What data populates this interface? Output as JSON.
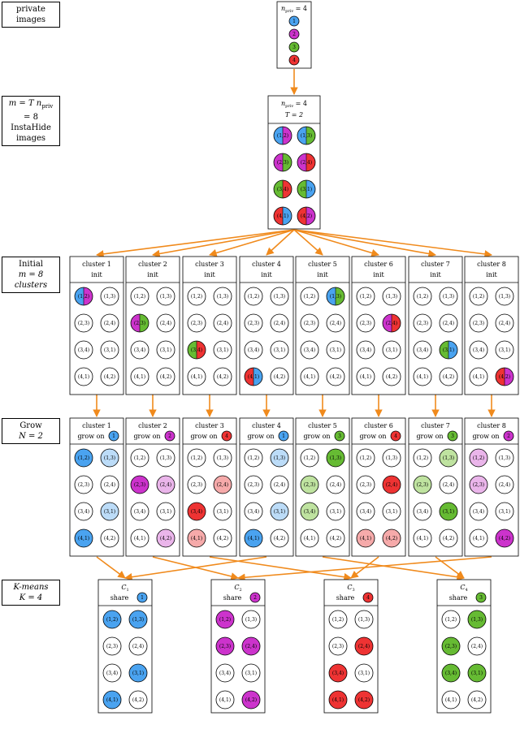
{
  "colors": {
    "blue": "#4aa3f0",
    "magenta": "#cc33cc",
    "green": "#66bb33",
    "red": "#ee3333",
    "arrow": "#f08a1c",
    "blue_light": "#bcdcf8",
    "magenta_light": "#eab5ea",
    "green_light": "#bfe3a0",
    "red_light": "#f6aaaa"
  },
  "labels": {
    "private": "private images",
    "insta_line1": "m = T n",
    "insta_sub": "priv",
    "insta_eq": " = 8",
    "insta_line2": "InstaHide images",
    "initial_line1": "Initial",
    "initial_line2": "m = 8 clusters",
    "grow_line1": "Grow",
    "grow_line2": "N = 2",
    "kmeans_line1": "K-means",
    "kmeans_line2": "K = 4"
  },
  "private_box": {
    "title_n": "n",
    "title_sub": "priv",
    "title_eq": " = 4",
    "images": [
      {
        "label": "1",
        "color": "blue"
      },
      {
        "label": "2",
        "color": "magenta"
      },
      {
        "label": "3",
        "color": "green"
      },
      {
        "label": "4",
        "color": "red"
      }
    ]
  },
  "insta_box": {
    "title_n": "n",
    "title_sub": "priv",
    "title_eq": " = 4",
    "title_T": "T = 2",
    "images": [
      {
        "label": "(1,2)",
        "left": "blue",
        "right": "magenta"
      },
      {
        "label": "(1,3)",
        "left": "blue",
        "right": "green"
      },
      {
        "label": "(2,3)",
        "left": "magenta",
        "right": "green"
      },
      {
        "label": "(2,4)",
        "left": "magenta",
        "right": "red"
      },
      {
        "label": "(3,4)",
        "left": "green",
        "right": "red"
      },
      {
        "label": "(3,1)",
        "left": "green",
        "right": "blue"
      },
      {
        "label": "(4,1)",
        "left": "red",
        "right": "blue"
      },
      {
        "label": "(4,2)",
        "left": "red",
        "right": "magenta"
      }
    ]
  },
  "pair_labels": [
    "(1,2)",
    "(1,3)",
    "(2,3)",
    "(2,4)",
    "(3,4)",
    "(3,1)",
    "(4,1)",
    "(4,2)"
  ],
  "init_clusters": [
    {
      "title": "cluster 1",
      "sub": "init",
      "seed": 0
    },
    {
      "title": "cluster 2",
      "sub": "init",
      "seed": 2
    },
    {
      "title": "cluster 3",
      "sub": "init",
      "seed": 4
    },
    {
      "title": "cluster 4",
      "sub": "init",
      "seed": 6
    },
    {
      "title": "cluster 5",
      "sub": "init",
      "seed": 1
    },
    {
      "title": "cluster 6",
      "sub": "init",
      "seed": 3
    },
    {
      "title": "cluster 7",
      "sub": "init",
      "seed": 5
    },
    {
      "title": "cluster 8",
      "sub": "init",
      "seed": 7
    }
  ],
  "grow_clusters": [
    {
      "title": "cluster 1",
      "sub": "grow on",
      "on": "1",
      "on_color": "blue",
      "full": [
        0,
        6
      ],
      "light": [
        1,
        5
      ],
      "light_color": "blue_light"
    },
    {
      "title": "cluster 2",
      "sub": "grow on",
      "on": "2",
      "on_color": "magenta",
      "full": [
        2
      ],
      "light": [
        3,
        7
      ],
      "light_color": "magenta_light"
    },
    {
      "title": "cluster 3",
      "sub": "grow on",
      "on": "4",
      "on_color": "red",
      "full": [
        4
      ],
      "light": [
        3,
        6
      ],
      "light_color": "red_light"
    },
    {
      "title": "cluster 4",
      "sub": "grow on",
      "on": "1",
      "on_color": "blue",
      "full": [
        6
      ],
      "light": [
        1,
        5
      ],
      "light_color": "blue_light"
    },
    {
      "title": "cluster 5",
      "sub": "grow on",
      "on": "3",
      "on_color": "green",
      "full": [
        1
      ],
      "light": [
        2,
        4
      ],
      "light_color": "green_light"
    },
    {
      "title": "cluster 6",
      "sub": "grow on",
      "on": "4",
      "on_color": "red",
      "full": [
        3
      ],
      "light": [
        6,
        7
      ],
      "light_color": "red_light"
    },
    {
      "title": "cluster 7",
      "sub": "grow on",
      "on": "3",
      "on_color": "green",
      "full": [
        5
      ],
      "light": [
        1,
        2
      ],
      "light_color": "green_light"
    },
    {
      "title": "cluster 8",
      "sub": "grow on",
      "on": "2",
      "on_color": "magenta",
      "full": [
        7
      ],
      "light": [
        0,
        2
      ],
      "light_color": "magenta_light"
    }
  ],
  "kmeans_clusters": [
    {
      "title": "C",
      "sub_index": "1",
      "share": "share",
      "on": "1",
      "color": "blue",
      "full": [
        0,
        1,
        5,
        6
      ]
    },
    {
      "title": "C",
      "sub_index": "2",
      "share": "share",
      "on": "2",
      "color": "magenta",
      "full": [
        0,
        2,
        3,
        7
      ]
    },
    {
      "title": "C",
      "sub_index": "3",
      "share": "share",
      "on": "4",
      "color": "red",
      "full": [
        3,
        4,
        6,
        7
      ]
    },
    {
      "title": "C",
      "sub_index": "4",
      "share": "share",
      "on": "3",
      "color": "green",
      "full": [
        1,
        2,
        4,
        5
      ]
    }
  ]
}
